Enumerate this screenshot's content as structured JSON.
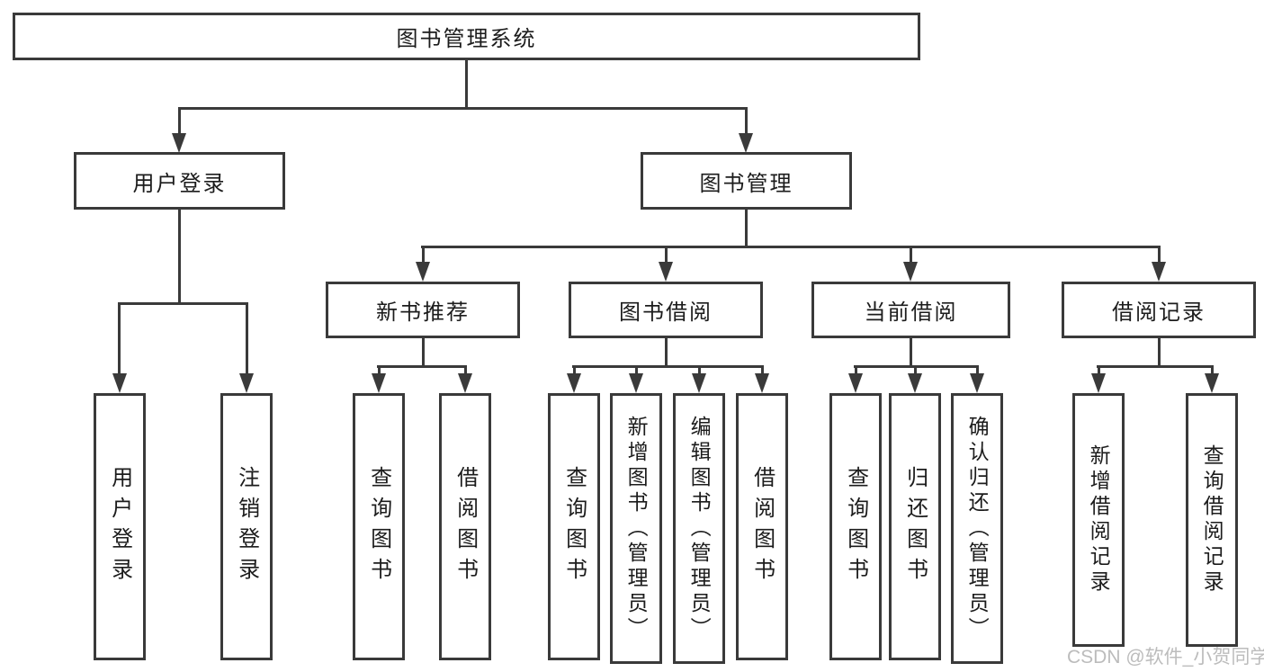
{
  "tree": {
    "label": "图书管理系统",
    "children": [
      {
        "label": "用户登录",
        "children": [
          {
            "label": "用户登录"
          },
          {
            "label": "注销登录"
          }
        ]
      },
      {
        "label": "图书管理",
        "children": [
          {
            "label": "新书推荐",
            "children": [
              {
                "label": "查询图书"
              },
              {
                "label": "借阅图书"
              }
            ]
          },
          {
            "label": "图书借阅",
            "children": [
              {
                "label": "查询图书"
              },
              {
                "label": "新增图书（管理员）"
              },
              {
                "label": "编辑图书（管理员）"
              },
              {
                "label": "借阅图书"
              }
            ]
          },
          {
            "label": "当前借阅",
            "children": [
              {
                "label": "查询图书"
              },
              {
                "label": "归还图书"
              },
              {
                "label": "确认归还（管理员）"
              }
            ]
          },
          {
            "label": "借阅记录",
            "children": [
              {
                "label": "新增借阅记录"
              },
              {
                "label": "查询借阅记录"
              }
            ]
          }
        ]
      }
    ]
  },
  "watermark": "CSDN @软件_小贺同学",
  "colors": {
    "line": "#3a3a3a",
    "text": "#1c1c1c",
    "watermark": "#bcbcbc",
    "background": "#ffffff"
  }
}
